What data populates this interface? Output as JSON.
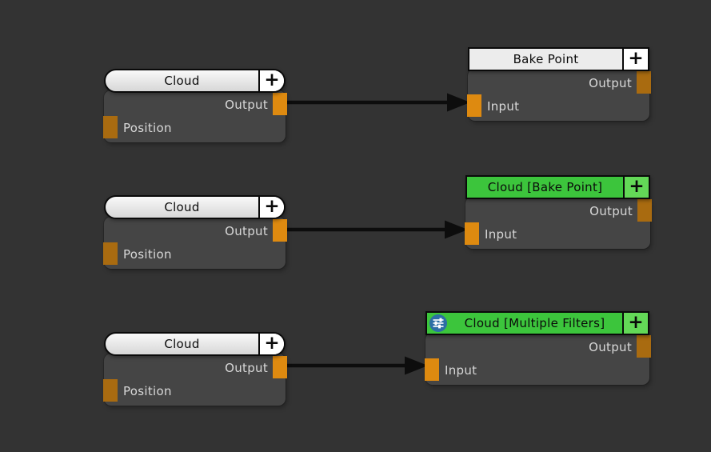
{
  "editor": {
    "background": "#333333",
    "description": "node graph editor canvas"
  },
  "palette": {
    "node_body": "#454545",
    "header_light": "#ececec",
    "header_pill_gradient_top": "#f9f9f9",
    "header_pill_gradient_bottom": "#d7d7d7",
    "header_green": "#3cc53c",
    "plus_light": "#ffffff",
    "plus_green": "#63d857",
    "socket_connected": "#de8a10",
    "socket_unconnected": "#a96b10",
    "label_text": "#d8d8d8",
    "title_text": "#0b0b0b",
    "wire": "#0d0d0d",
    "filters_icon_circle": "#2d6ea5"
  },
  "nodes": [
    {
      "title": "Cloud",
      "plus_label": "+",
      "output_label": "Output",
      "input_label": "Position"
    },
    {
      "title": "Bake Point",
      "plus_label": "+",
      "output_label": "Output",
      "input_label": "Input"
    },
    {
      "title": "Cloud",
      "plus_label": "+",
      "output_label": "Output",
      "input_label": "Position"
    },
    {
      "title": "Cloud [Bake Point]",
      "plus_label": "+",
      "output_label": "Output",
      "input_label": "Input"
    },
    {
      "title": "Cloud",
      "plus_label": "+",
      "output_label": "Output",
      "input_label": "Position"
    },
    {
      "title": "Cloud [Multiple Filters]",
      "plus_label": "+",
      "output_label": "Output",
      "input_label": "Input",
      "icon": "filters-icon"
    }
  ],
  "edges": [
    {
      "from_node": 0,
      "from_socket": "Output",
      "to_node": 1,
      "to_socket": "Input"
    },
    {
      "from_node": 2,
      "from_socket": "Output",
      "to_node": 3,
      "to_socket": "Input"
    },
    {
      "from_node": 4,
      "from_socket": "Output",
      "to_node": 5,
      "to_socket": "Input"
    }
  ]
}
